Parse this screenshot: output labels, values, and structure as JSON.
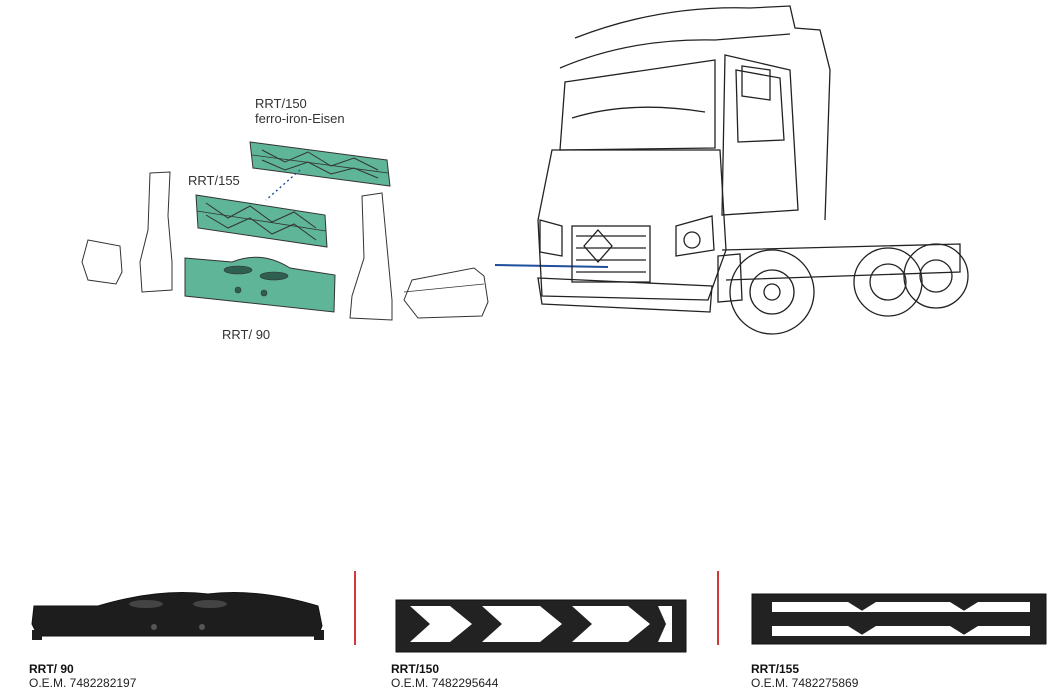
{
  "diagram": {
    "callouts": {
      "rrt150_code": "RRT/150",
      "rrt150_material": "ferro-iron-Eisen",
      "rrt155_code": "RRT/155",
      "rrt90_code": "RRT/ 90"
    },
    "colors": {
      "highlight_part": "#5fb597",
      "pointer_line": "#1f4e9a",
      "outline": "#333333"
    }
  },
  "products": [
    {
      "code": "RRT/ 90",
      "oem": "O.E.M. 7482282197"
    },
    {
      "code": "RRT/150",
      "oem": "O.E.M. 7482295644"
    },
    {
      "code": "RRT/155",
      "oem": "O.E.M. 7482275869"
    }
  ],
  "divider_color": "#d23a3a"
}
